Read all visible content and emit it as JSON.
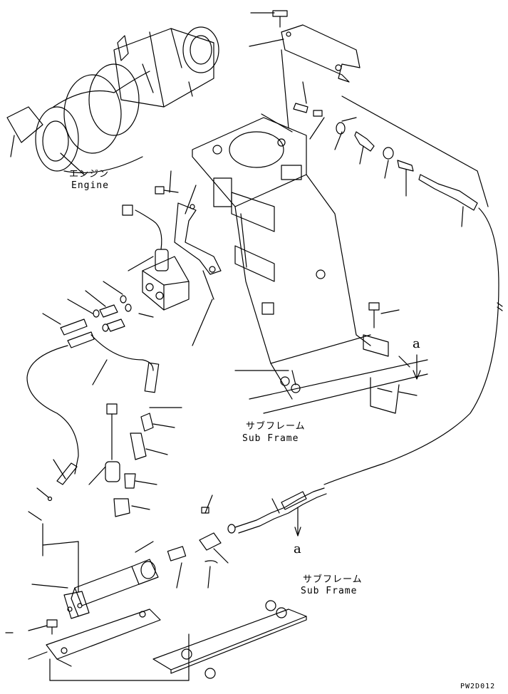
{
  "labels": {
    "engine_jp": "エンジン",
    "engine_en": "Engine",
    "subframe_upper_jp": "サブフレーム",
    "subframe_upper_en": "Sub Frame",
    "subframe_lower_jp": "サブフレーム",
    "subframe_lower_en": "Sub Frame",
    "view_mark_upper": "a",
    "view_mark_lower": "a",
    "drawing_code": "PW2D012"
  },
  "colors": {
    "line": "#000000",
    "background": "#ffffff"
  }
}
